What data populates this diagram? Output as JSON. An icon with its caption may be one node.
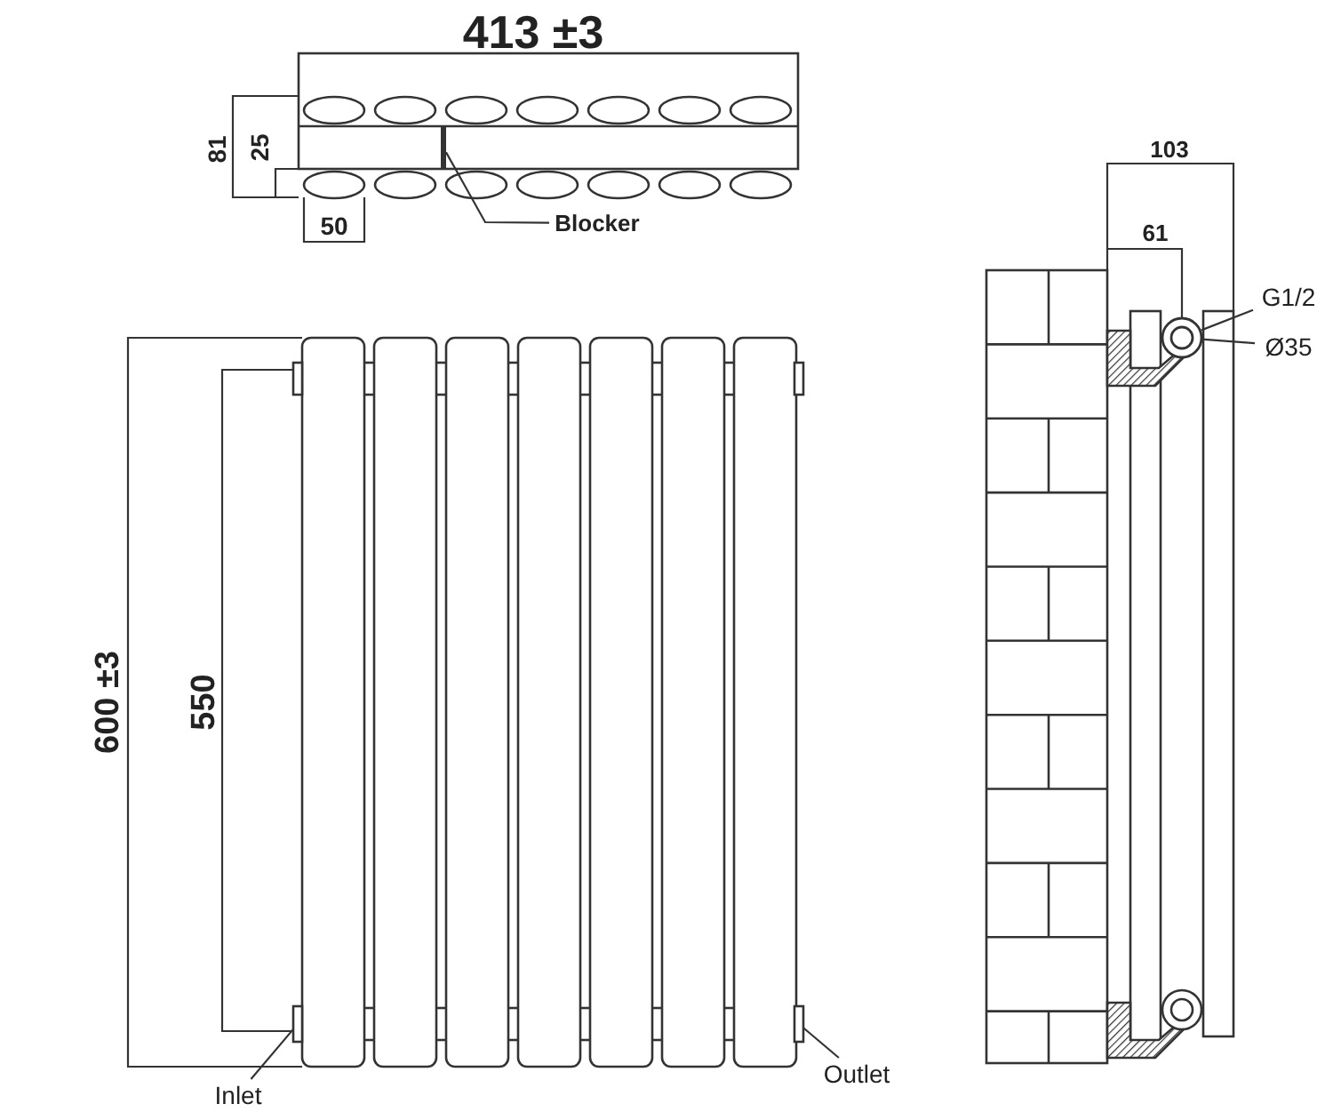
{
  "diagram": {
    "nodes": [
      {
        "text": [
          "Blocker"
        ]
      },
      {
        "text": [],
        "shape": "bar"
      },
      {
        "text": [
          "Inlet"
        ]
      },
      {
        "text": [],
        "shape": "box"
      },
      {
        "text": [
          "Outlet"
        ]
      },
      {
        "text": [],
        "shape": "box"
      },
      {
        "text": [
          "G1/2"
        ]
      },
      {
        "text": [
          "Ø35"
        ]
      },
      {
        "text": [],
        "shape": "circle"
      }
    ],
    "edges": [
      {
        "from": 0,
        "to": 1,
        "arrow": "none"
      },
      {
        "from": 2,
        "to": 3,
        "arrow": "none"
      },
      {
        "from": 4,
        "to": 5,
        "arrow": "none"
      },
      {
        "from": 6,
        "to": 8,
        "arrow": "none"
      },
      {
        "from": 7,
        "to": 8,
        "arrow": "none"
      }
    ],
    "labels": [
      "413 ±3",
      "81",
      "25",
      "50",
      "600 ±3",
      "550",
      "103",
      "61"
    ]
  }
}
